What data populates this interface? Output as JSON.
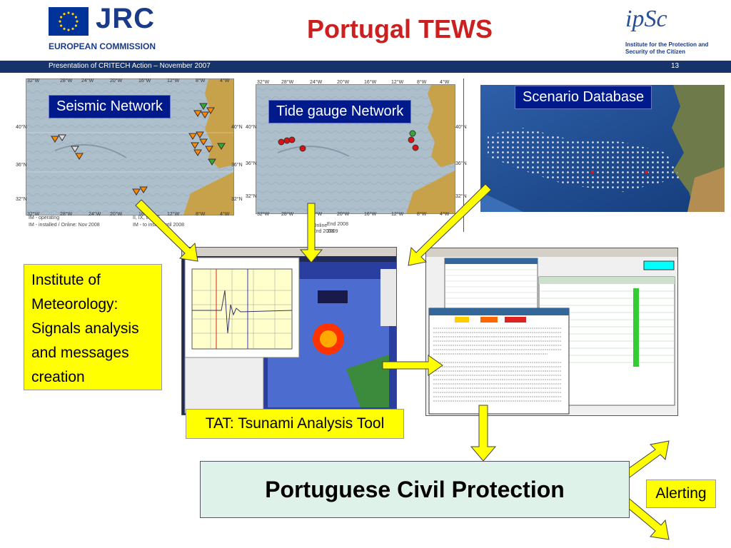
{
  "header": {
    "jrc_logo_text": "JRC",
    "commission_text": "EUROPEAN COMMISSION",
    "title": "Portugal TEWS",
    "ipsc_logo_text": "ipSc",
    "ipsc_subtitle": "Institute for the Protection and Security of the Citizen",
    "banner_text": "Presentation of CRITECH Action – November 2007",
    "page_number": "13"
  },
  "seismic_map": {
    "label": "Seismic Network",
    "top_ticks": [
      "32°W",
      "28°W",
      "24°W",
      "20°W",
      "16°W",
      "12°W",
      "8°W",
      "4°W"
    ],
    "bottom_ticks": [
      "32°W",
      "28°W",
      "24°W",
      "20°W",
      "16°W",
      "12°W",
      "8°W",
      "4°W"
    ],
    "lat_ticks": [
      "40°N",
      "36°N",
      "32°N"
    ],
    "legend": [
      "IM - operating",
      "IM - installed / Online: Nov 2008",
      "II, IX, IA, EE",
      "IM - to install until 2008"
    ]
  },
  "tide_map": {
    "label": "Tide gauge Network",
    "top_ticks": [
      "32°W",
      "28°W",
      "24°W",
      "20°W",
      "16°W",
      "12°W",
      "8°W",
      "4°W"
    ],
    "bottom_ticks": [
      "32°W",
      "28°W",
      "24°W",
      "20°W",
      "16°W",
      "12°W",
      "8°W",
      "4°W"
    ],
    "lat_ticks": [
      "40°N",
      "36°N",
      "32°N"
    ],
    "legend": [
      "Online",
      "End 2008",
      "End 2008",
      "2009"
    ]
  },
  "scenario": {
    "label": "Scenario Database"
  },
  "institute_box": {
    "text": "Institute of Meteorology: Signals analysis and messages creation"
  },
  "tat_box": {
    "text": "TAT: Tsunami Analysis Tool"
  },
  "civil_protection": {
    "text": "Portuguese Civil Protection"
  },
  "alerting_box": {
    "text": "Alerting"
  },
  "colors": {
    "title_red": "#cc1f1f",
    "banner_blue": "#17336b",
    "label_blue": "#001a8c",
    "yellow": "#ffff00",
    "civil_bg": "#dff2ea"
  }
}
